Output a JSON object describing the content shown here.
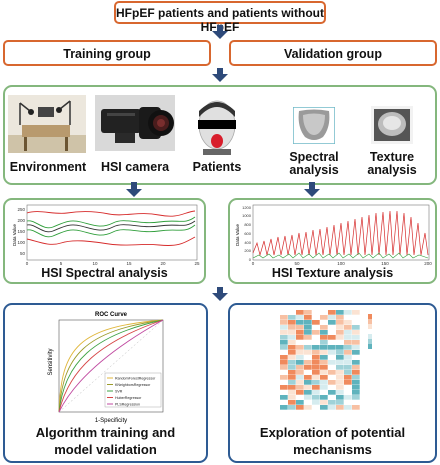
{
  "header": {
    "title": "HFpEF patients and patients without HFpEF"
  },
  "groups": {
    "training": "Training group",
    "validation": "Validation group"
  },
  "acquisition": {
    "items": [
      {
        "label": "Environment"
      },
      {
        "label": "HSI camera"
      },
      {
        "label": "Patients"
      },
      {
        "label": "Spectral analysis"
      },
      {
        "label": "Texture analysis"
      }
    ]
  },
  "spectral": {
    "title": "HSI Spectral analysis",
    "ylabel": "Data Value",
    "xticks": [
      "0",
      "5",
      "10",
      "15",
      "20",
      "25"
    ],
    "yticks": [
      "250",
      "200",
      "150",
      "100",
      "50"
    ]
  },
  "texture": {
    "title": "HSI Texture analysis",
    "ylabel": "Data Value",
    "xticks": [
      "0",
      "50",
      "100",
      "150",
      "200"
    ],
    "yticks": [
      "1200",
      "1000",
      "800",
      "600",
      "400",
      "200",
      "0"
    ]
  },
  "roc": {
    "title": "ROC Curve",
    "xlabel": "1-Specificity",
    "ylabel": "Sensitivity",
    "legend": [
      "RandomForestRegressor",
      "KNeighborsRegressor",
      "SVR",
      "HuberRegressor",
      "PLSRegression"
    ],
    "caption": "Algorithm training and model validation",
    "legend_colors": [
      "#e0b73c",
      "#9c9c2c",
      "#3fa345",
      "#d64545",
      "#c04aa0"
    ]
  },
  "mechanisms": {
    "caption": "Exploration of potential mechanisms"
  },
  "colors": {
    "orange": "#d8672f",
    "green": "#84b77d",
    "blue": "#2e5b93",
    "arrow": "#2e4a7a"
  }
}
